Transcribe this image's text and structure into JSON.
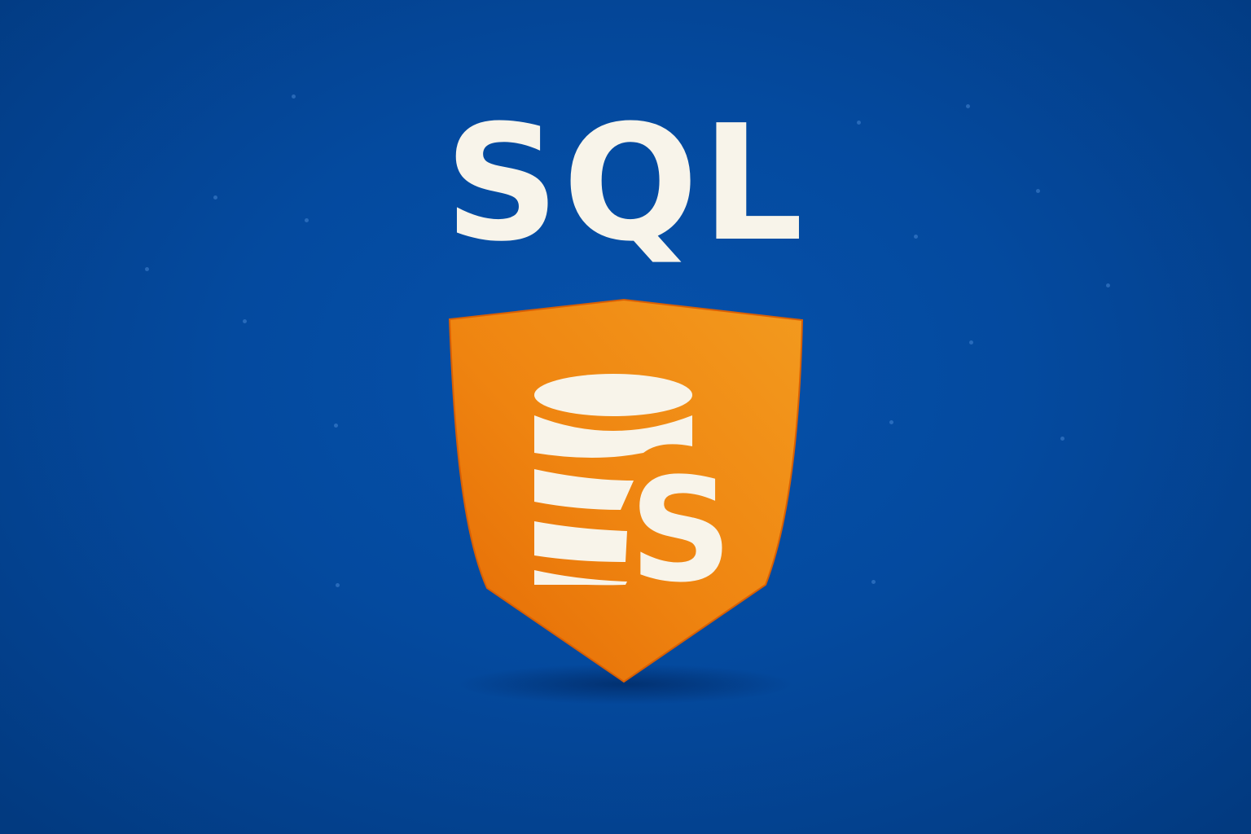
{
  "title": "SQL",
  "logo": {
    "name": "database-shield-logo",
    "icon": "database-cylinder-icon",
    "badge_letter": "S"
  },
  "colors": {
    "background": "#044a9f",
    "title_text": "#f8f4ea",
    "shield_light": "#f39a1e",
    "shield_dark": "#e46a05",
    "icon_fill": "#f8f4ea"
  }
}
